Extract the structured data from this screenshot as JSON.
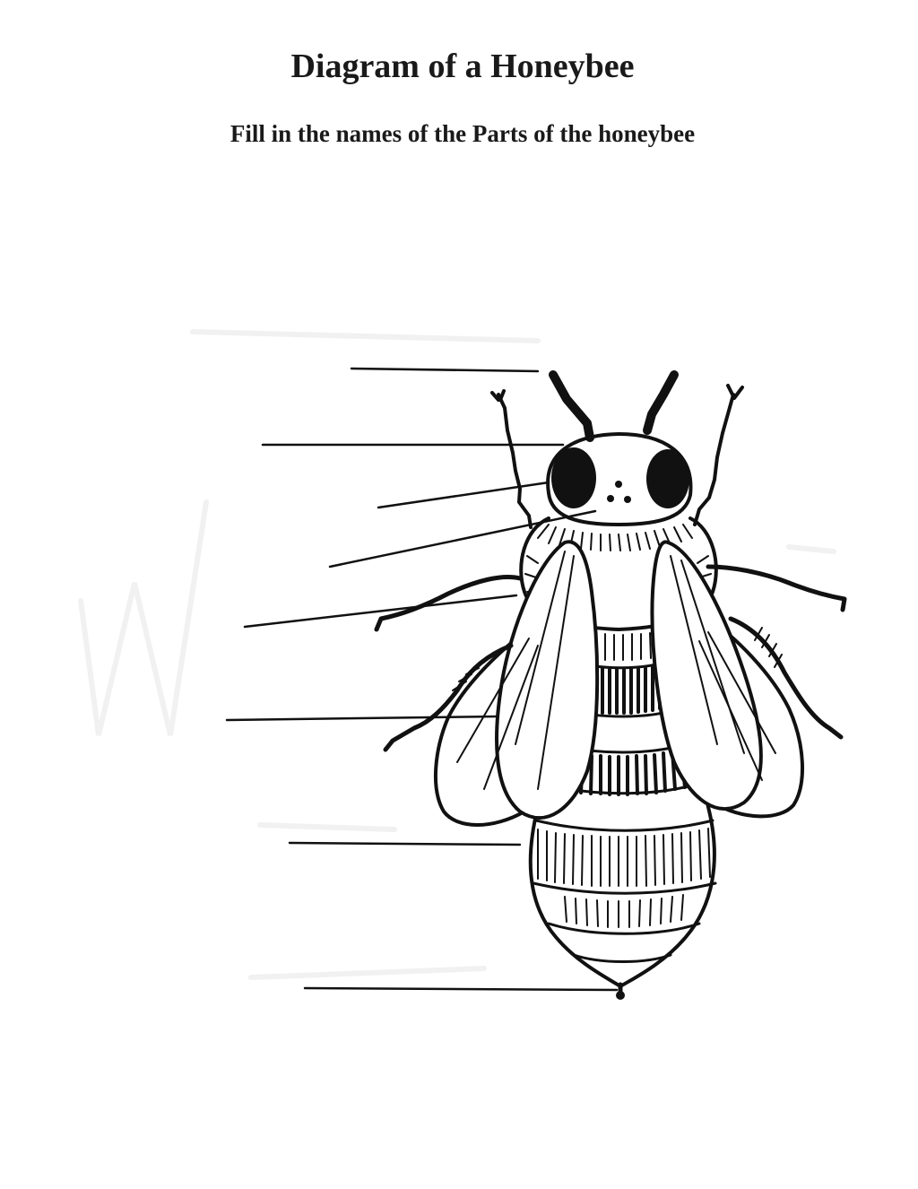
{
  "title": "Diagram of a Honeybee",
  "instructions": "Fill in the names of the Parts of the honeybee",
  "label_lines": [
    {
      "id": "label-line-1",
      "answer": ""
    },
    {
      "id": "label-line-2",
      "answer": ""
    },
    {
      "id": "label-line-3",
      "answer": ""
    },
    {
      "id": "label-line-4",
      "answer": ""
    },
    {
      "id": "label-line-5",
      "answer": ""
    },
    {
      "id": "label-line-6",
      "answer": ""
    },
    {
      "id": "label-line-7",
      "answer": ""
    },
    {
      "id": "label-line-8",
      "answer": ""
    }
  ],
  "ink_color": "#111111"
}
